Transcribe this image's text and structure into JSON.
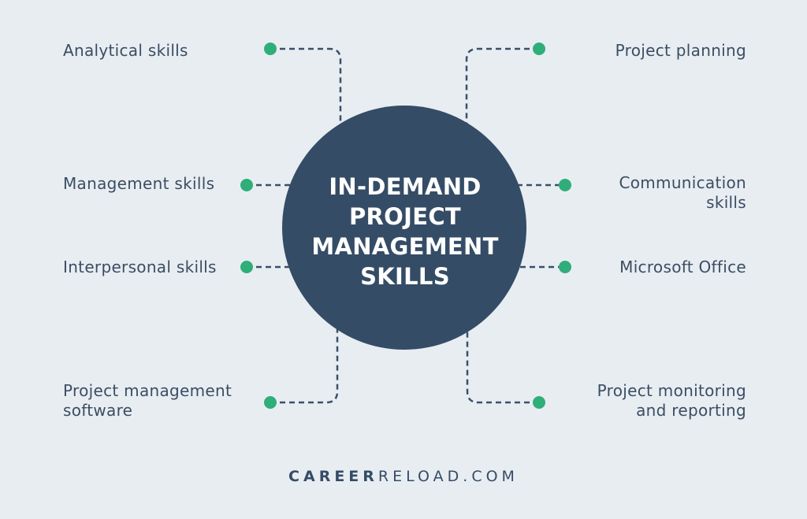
{
  "center": {
    "lines": [
      "IN-DEMAND",
      "PROJECT",
      "MANAGEMENT",
      "SKILLS"
    ]
  },
  "skills": {
    "left": [
      {
        "lines": [
          "Analytical skills"
        ]
      },
      {
        "lines": [
          "Management skills"
        ]
      },
      {
        "lines": [
          "Interpersonal skills"
        ]
      },
      {
        "lines": [
          "Project management",
          "software"
        ]
      }
    ],
    "right": [
      {
        "lines": [
          "Project planning"
        ]
      },
      {
        "lines": [
          "Communication",
          "skills"
        ]
      },
      {
        "lines": [
          "Microsoft Office"
        ]
      },
      {
        "lines": [
          "Project monitoring",
          "and reporting"
        ]
      }
    ]
  },
  "footer": {
    "brand_bold": "CAREER",
    "brand_rest": "RELOAD.COM"
  },
  "colors": {
    "background": "#e8edf2",
    "circle": "#354c66",
    "dot": "#2fae7a",
    "text": "#3b4d63"
  }
}
